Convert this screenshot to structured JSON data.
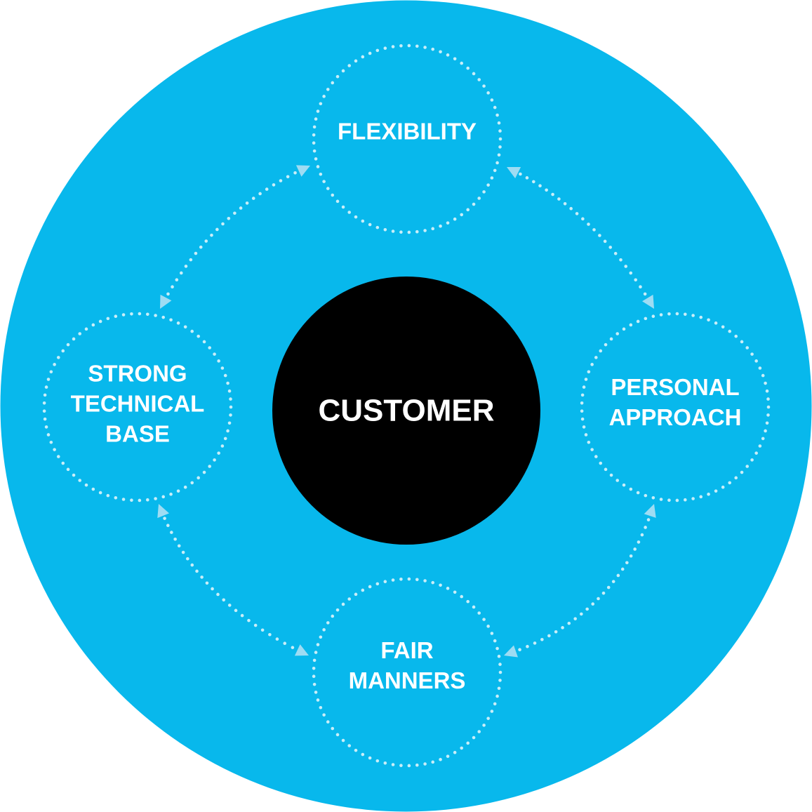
{
  "diagram": {
    "center": {
      "label": "CUSTOMER"
    },
    "nodes": [
      {
        "id": "flexibility",
        "lines": [
          "FLEXIBILITY"
        ]
      },
      {
        "id": "personal-approach",
        "lines": [
          "PERSONAL",
          "APPROACH"
        ]
      },
      {
        "id": "fair-manners",
        "lines": [
          "FAIR",
          "MANNERS"
        ]
      },
      {
        "id": "strong-technical-base",
        "lines": [
          "STRONG",
          "TECHNICAL",
          "BASE"
        ]
      }
    ],
    "connections": [
      {
        "from": "flexibility",
        "to": "personal-approach",
        "bidirectional": true
      },
      {
        "from": "personal-approach",
        "to": "fair-manners",
        "bidirectional": true
      },
      {
        "from": "fair-manners",
        "to": "strong-technical-base",
        "bidirectional": true
      },
      {
        "from": "strong-technical-base",
        "to": "flexibility",
        "bidirectional": true
      }
    ]
  },
  "colors": {
    "outer_circle": "#08b8ec",
    "center_circle": "#000000",
    "dots": "#c8eef9",
    "arrows": "#9edcf3",
    "text": "#ffffff"
  }
}
